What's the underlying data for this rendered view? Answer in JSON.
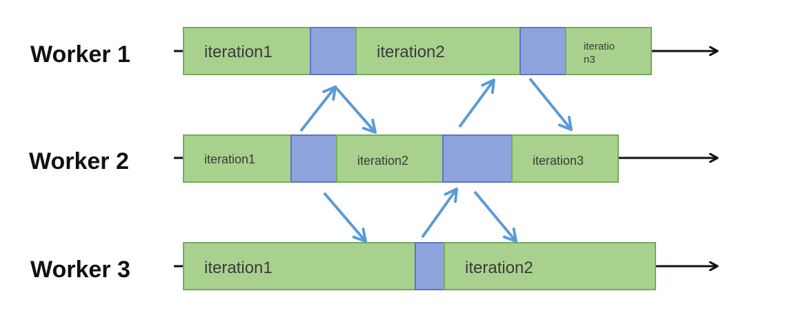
{
  "colors": {
    "iteration_fill": "#a9d18e",
    "iteration_stroke": "#6fae59",
    "sync_fill": "#8fa4dc",
    "sync_stroke": "#5b74c8",
    "arrow_blue": "#5b9bd5",
    "timeline": "#111111"
  },
  "workers": [
    {
      "label": "Worker 1",
      "iterations": [
        {
          "label": "iteration1"
        },
        {
          "label": "iteration2"
        },
        {
          "label": "iteratio\nn3"
        }
      ]
    },
    {
      "label": "Worker 2",
      "iterations": [
        {
          "label": "iteration1"
        },
        {
          "label": "iteration2"
        },
        {
          "label": "iteration3"
        }
      ]
    },
    {
      "label": "Worker 3",
      "iterations": [
        {
          "label": "iteration1"
        },
        {
          "label": "iteration2"
        }
      ]
    }
  ]
}
